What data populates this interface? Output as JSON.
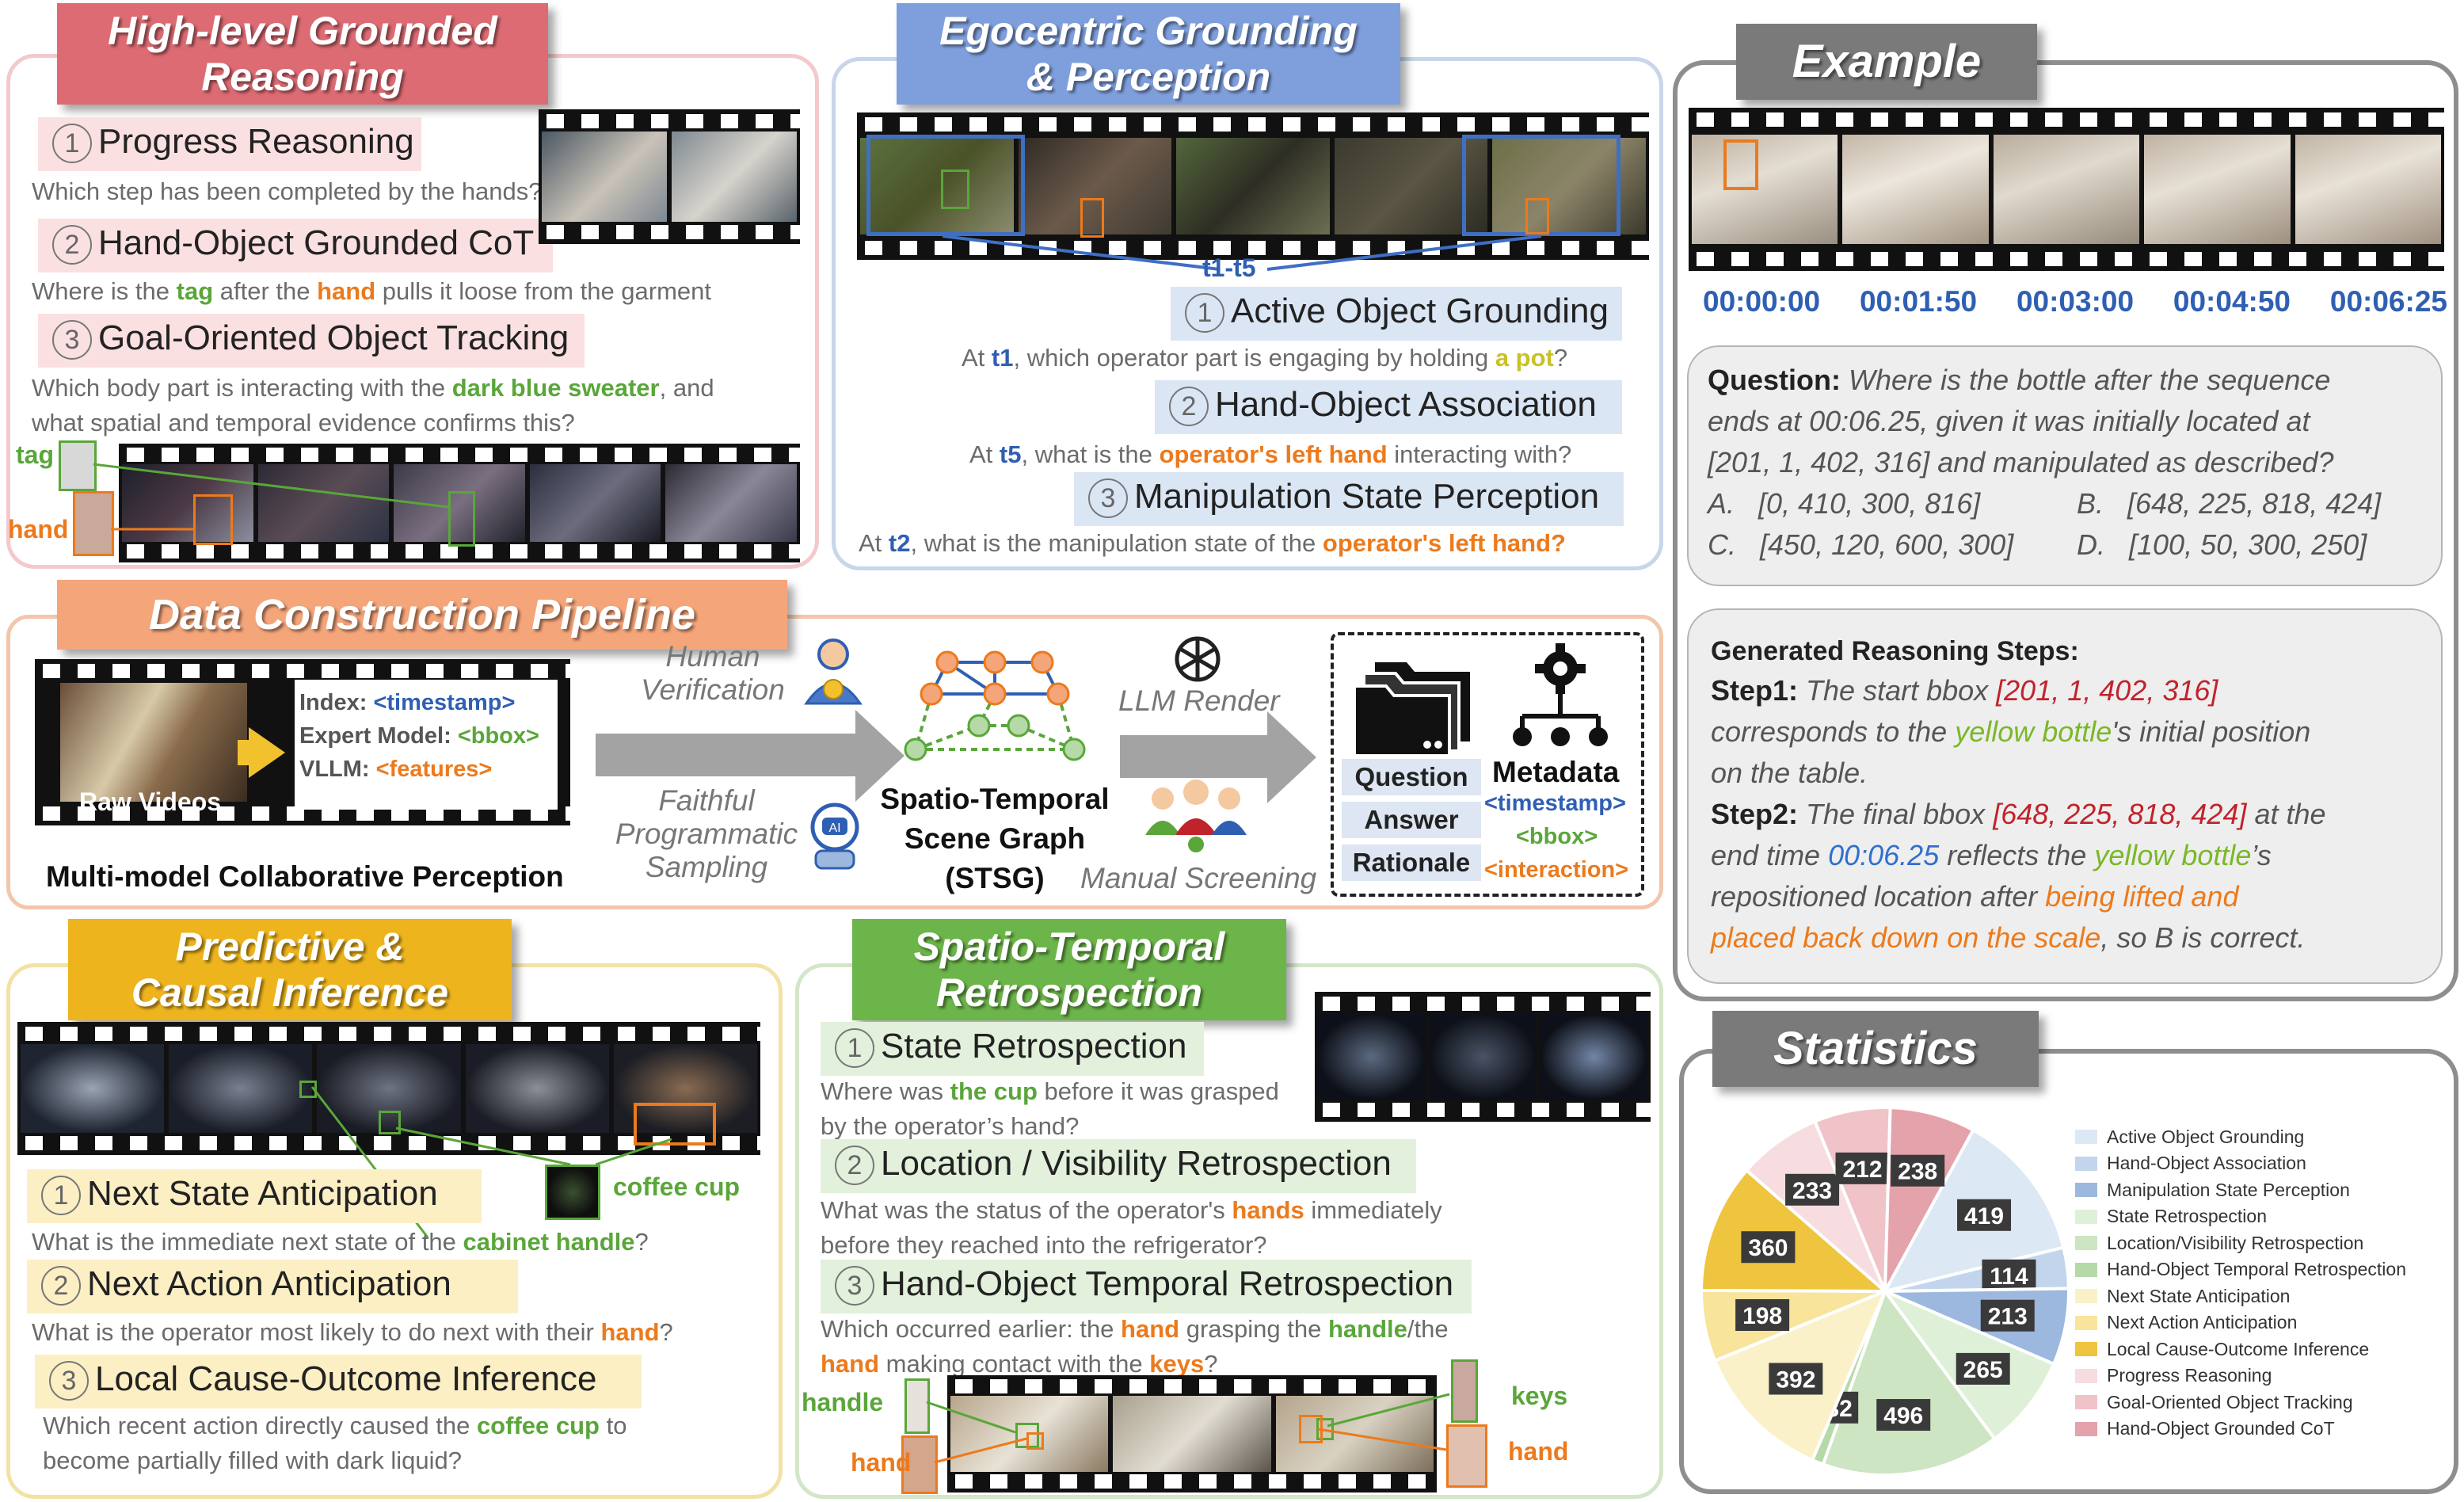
{
  "hlr": {
    "title_line1": "High-level Grounded",
    "title_line2": "Reasoning",
    "t1": "Progress Reasoning",
    "q1": "Which step has been completed by the hands?",
    "t2": "Hand-Object Grounded CoT",
    "q2_a": "Where is the ",
    "q2_tag": "tag",
    "q2_b": " after the ",
    "q2_hand": "hand",
    "q2_c": " pulls it loose from the garment",
    "t3": "Goal-Oriented Object Tracking",
    "q3_a": "Which body part is interacting with the ",
    "q3_obj": "dark blue sweater",
    "q3_b": ", and",
    "q3_line2": "what spatial and temporal evidence confirms this?",
    "tag_label": "tag",
    "hand_label": "hand"
  },
  "ego": {
    "title_line1": "Egocentric Grounding",
    "title_line2": "& Perception",
    "range": "t1-t5",
    "t1": "Active Object Grounding",
    "q1_a": "At ",
    "q1_t": "t1",
    "q1_b": ", which operator part is engaging by holding ",
    "q1_obj": "a pot",
    "q1_c": "?",
    "t2": "Hand-Object Association",
    "q2_a": "At ",
    "q2_t": "t5",
    "q2_b": ", what is the ",
    "q2_obj": "operator's left hand",
    "q2_c": " interacting with?",
    "t3": "Manipulation State Perception",
    "q3_a": "At ",
    "q3_t": "t2",
    "q3_b": ", what is the manipulation state of the ",
    "q3_obj": "operator's left hand?"
  },
  "pipeline": {
    "title": "Data Construction Pipeline",
    "raw_videos": "Raw Videos",
    "index_a": "Index: ",
    "index_b": "<timestamp>",
    "expert_a": "Expert Model: ",
    "expert_b": "<bbox>",
    "vllm_a": "VLLM: ",
    "vllm_b": "<features>",
    "perception": "Multi-model Collaborative Perception",
    "human_ver_1": "Human",
    "human_ver_2": "Verification",
    "faithful_1": "Faithful",
    "faithful_2": "Programmatic",
    "faithful_3": "Sampling",
    "stsg_1": "Spatio-Temporal",
    "stsg_2": "Scene Graph",
    "stsg_3": "(STSG)",
    "llm_render": "LLM Render",
    "manual": "Manual Screening",
    "question": "Question",
    "answer": "Answer",
    "rationale": "Rationale",
    "metadata": "Metadata",
    "meta_ts": "<timestamp>",
    "meta_bbox": "<bbox>",
    "meta_inter": "<interaction>"
  },
  "pci": {
    "title_line1": "Predictive &",
    "title_line2": "Causal Inference",
    "coffee_cup": "coffee cup",
    "t1": "Next State Anticipation",
    "q1_a": "What is the immediate next state of the ",
    "q1_obj": "cabinet handle",
    "q1_c": "?",
    "t2": "Next Action Anticipation",
    "q2_a": "What is the operator most likely to do next with their ",
    "q2_obj": "hand",
    "q2_c": "?",
    "t3": "Local Cause-Outcome Inference",
    "q3_a": "Which recent action directly caused the ",
    "q3_obj": "coffee cup",
    "q3_b": " to",
    "q3_line2": "become partially filled with dark liquid?"
  },
  "str": {
    "title_line1": "Spatio-Temporal",
    "title_line2": "Retrospection",
    "t1": "State Retrospection",
    "q1_a": "Where was ",
    "q1_obj": "the cup",
    "q1_b": " before it was grasped",
    "q1_line2": "by the operator’s hand?",
    "t2": "Location / Visibility Retrospection",
    "q2_a": "What was the status of the operator's ",
    "q2_obj": "hands",
    "q2_b": " immediately",
    "q2_line2": "before they reached into the refrigerator?",
    "t3": "Hand-Object Temporal Retrospection",
    "q3_a": "Which occurred earlier: the ",
    "q3_hand": "hand",
    "q3_b": " grasping the ",
    "q3_handle": "handle",
    "q3_c": "/the",
    "q3_l2_hand": "hand",
    "q3_l2_a": " making contact with the ",
    "q3_l2_keys": "keys",
    "q3_l2_b": "?",
    "lbl_handle": "handle",
    "lbl_hand_left": "hand",
    "lbl_keys": "keys",
    "lbl_hand_right": "hand"
  },
  "example": {
    "title": "Example",
    "timestamps": [
      "00:00:00",
      "00:01:50",
      "00:03:00",
      "00:04:50",
      "00:06:25"
    ],
    "q_label": "Question:",
    "q_text1": "Where is the bottle after the sequence",
    "q_text2": "ends at 00:06.25, given it was initially located at",
    "q_text3": "[201, 1, 402, 316] and manipulated as described?",
    "opt_a_l": "A.",
    "opt_a": "[0, 410, 300, 816]",
    "opt_b_l": "B.",
    "opt_b": "[648, 225, 818, 424]",
    "opt_c_l": "C.",
    "opt_c": "[450, 120, 600, 300]",
    "opt_d_l": "D.",
    "opt_d": "[100, 50, 300, 250]",
    "gen_title": "Generated Reasoning Steps:",
    "s1_label": "Step1:",
    "s1_a": " The start bbox ",
    "s1_bbox": "[201, 1, 402, 316]",
    "s1_l2_a": "corresponds to the ",
    "s1_l2_obj": "yellow bottle",
    "s1_l2_b": "'s initial position",
    "s1_l3": "on the table.",
    "s2_label": "Step2:",
    "s2_a": " The final bbox ",
    "s2_bbox": "[648, 225, 818, 424]",
    "s2_b": " at the",
    "s2_l2_a": "end time ",
    "s2_l2_t": "00:06.25",
    "s2_l2_b": " reflects the ",
    "s2_l2_obj": "yellow bottle",
    "s2_l2_c": "’s",
    "s2_l3_a": "repositioned location after ",
    "s2_l3_act": "being lifted and",
    "s2_l4_act": "placed back down on the scale",
    "s2_l4_b": ", so B is correct."
  },
  "statistics": {
    "title": "Statistics",
    "legend": [
      {
        "name": "Active Object Grounding",
        "color": "#dde8f5"
      },
      {
        "name": "Hand-Object Association",
        "color": "#c3d5ec"
      },
      {
        "name": "Manipulation State Perception",
        "color": "#9db8de"
      },
      {
        "name": "State Retrospection",
        "color": "#dff0d8"
      },
      {
        "name": "Location/Visibility Retrospection",
        "color": "#cde5c2"
      },
      {
        "name": "Hand-Object Temporal Retrospection",
        "color": "#b6d9a8"
      },
      {
        "name": "Next State Anticipation",
        "color": "#fbf1c8"
      },
      {
        "name": "Next Action Anticipation",
        "color": "#f8e49a"
      },
      {
        "name": "Local Cause-Outcome Inference",
        "color": "#efc43e"
      },
      {
        "name": "Progress Reasoning",
        "color": "#f7dde0"
      },
      {
        "name": "Goal-Oriented Object Tracking",
        "color": "#f0c3c8"
      },
      {
        "name": "Hand-Object Grounded CoT",
        "color": "#e4a2aa"
      }
    ]
  },
  "chart_data": {
    "type": "pie",
    "series": [
      {
        "name": "Active Object Grounding",
        "value": 419
      },
      {
        "name": "Hand-Object Association",
        "value": 114
      },
      {
        "name": "Manipulation State Perception",
        "value": 213
      },
      {
        "name": "State Retrospection",
        "value": 265
      },
      {
        "name": "Location/Visibility Retrospection",
        "value": 496
      },
      {
        "name": "Hand-Object Temporal Retrospection",
        "value": 32
      },
      {
        "name": "Next State Anticipation",
        "value": 392
      },
      {
        "name": "Next Action Anticipation",
        "value": 198
      },
      {
        "name": "Local Cause-Outcome Inference",
        "value": 360
      },
      {
        "name": "Progress Reasoning",
        "value": 233
      },
      {
        "name": "Goal-Oriented Object Tracking",
        "value": 212
      },
      {
        "name": "Hand-Object Grounded CoT",
        "value": 238
      }
    ]
  }
}
